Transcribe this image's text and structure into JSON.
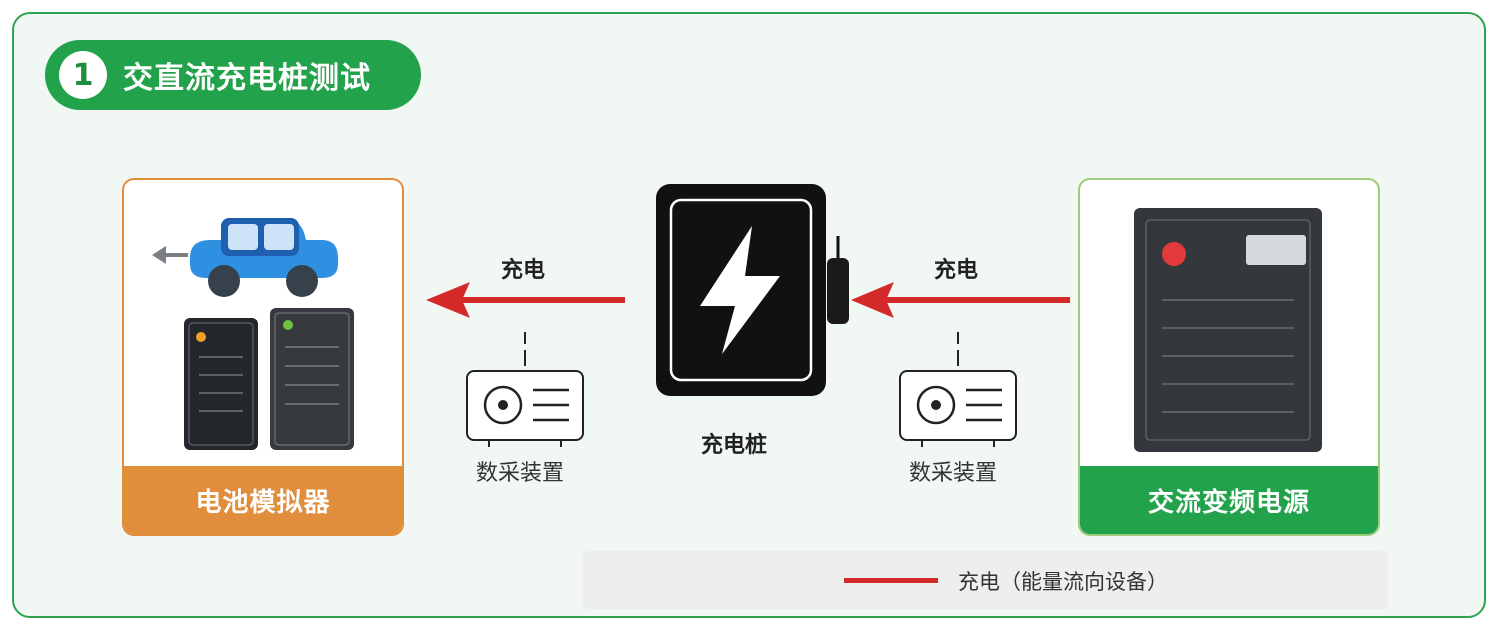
{
  "section": {
    "number": "1",
    "title": "交直流充电桩测试"
  },
  "left_device": {
    "label": "电池模拟器",
    "icon": "battery-simulator-icon",
    "accent": "#e08d3c"
  },
  "center_device": {
    "label": "充电桩",
    "icon": "charging-pile-icon"
  },
  "right_device": {
    "label": "交流变频电源",
    "icon": "ac-variable-frequency-power-icon",
    "accent": "#22a24a"
  },
  "flows": {
    "left": {
      "label": "充电",
      "color": "#d42a2a"
    },
    "right": {
      "label": "充电",
      "color": "#d42a2a"
    }
  },
  "daq_left": {
    "label": "数采装置",
    "icon": "data-acquisition-icon"
  },
  "daq_right": {
    "label": "数采装置",
    "icon": "data-acquisition-icon"
  },
  "legend": {
    "text": "充电（能量流向设备）",
    "color": "#d42a2a"
  }
}
